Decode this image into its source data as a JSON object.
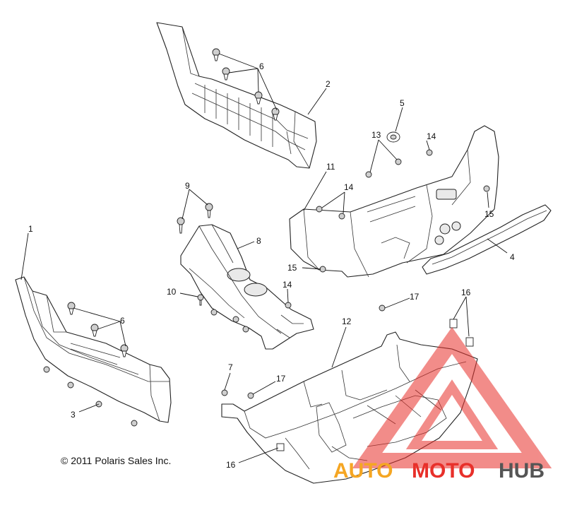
{
  "diagram": {
    "callouts": {
      "p1": "1",
      "p2": "2",
      "p3": "3",
      "p4": "4",
      "p5": "5",
      "p6a": "6",
      "p6b": "6",
      "p7": "7",
      "p8": "8",
      "p9": "9",
      "p10": "10",
      "p11": "11",
      "p12": "12",
      "p13": "13",
      "p14a": "14",
      "p14b": "14",
      "p14c": "14",
      "p15a": "15",
      "p15b": "15",
      "p16a": "16",
      "p16b": "16",
      "p17a": "17",
      "p17b": "17"
    },
    "copyright": "© 2011 Polaris Sales Inc."
  },
  "watermark": {
    "word_part1": "AUTO",
    "word_part2": "MOTO",
    "word_part3": "HUB",
    "colors": {
      "triangle": "#e8302a",
      "auto": "#f5a623",
      "moto": "#e8302a",
      "hub": "#555555"
    }
  }
}
